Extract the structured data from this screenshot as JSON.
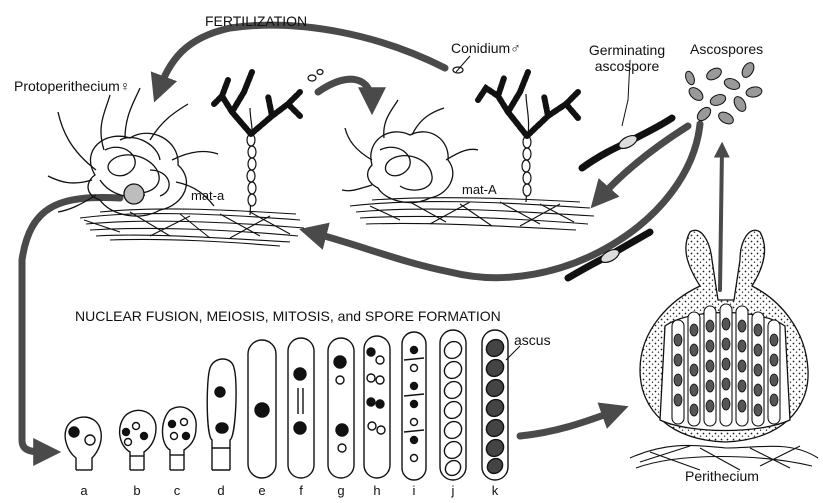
{
  "labels": {
    "fertilization": "FERTILIZATION",
    "conidium": "Conidium♂",
    "protoperithecium": "Protoperithecium♀",
    "germinating_line1": "Germinating",
    "germinating_line2": "ascospore",
    "ascospores": "Ascospores",
    "mat_a": "mat-a",
    "mat_A": "mat-A",
    "nuclear": "NUCLEAR FUSION, MEIOSIS, MITOSIS, and SPORE FORMATION",
    "ascus": "ascus",
    "perithecium": "Perithecium"
  },
  "ascus_stages": [
    "a",
    "b",
    "c",
    "d",
    "e",
    "f",
    "g",
    "h",
    "i",
    "j",
    "k"
  ],
  "colors": {
    "ink": "#111111",
    "arrow": "#4a4a4a",
    "paper": "#ffffff"
  }
}
